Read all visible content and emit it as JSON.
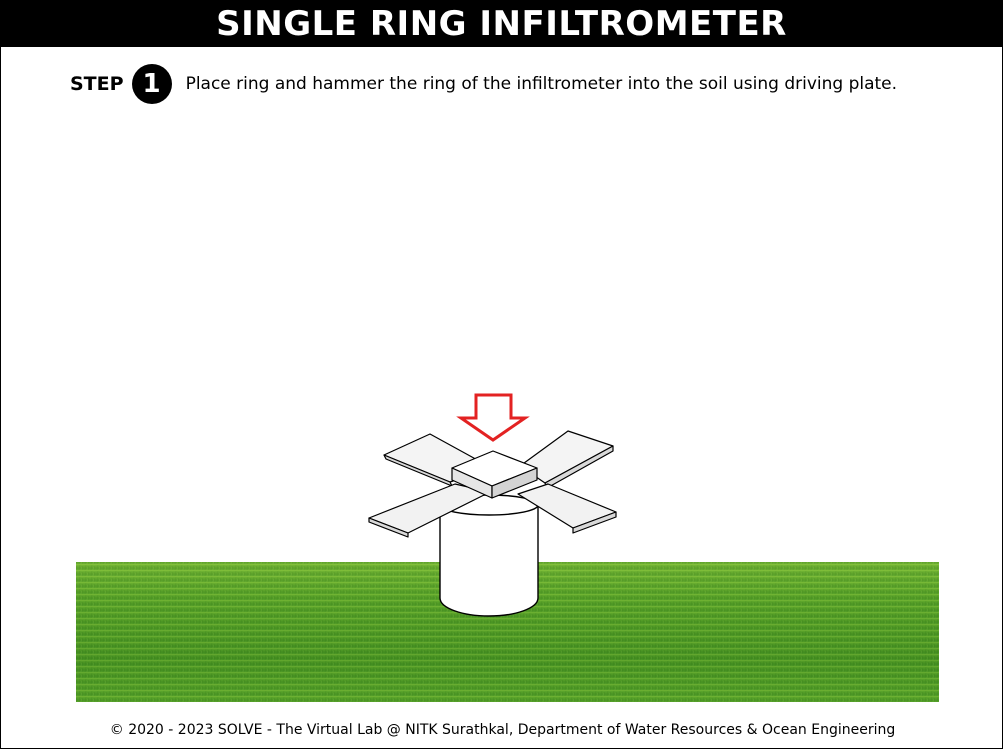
{
  "header": {
    "title": "SINGLE RING INFILTROMETER"
  },
  "step": {
    "label": "STEP",
    "number": "1",
    "instruction": "Place ring and hammer the ring of the infiltrometer into the soil using driving plate."
  },
  "scene": {
    "arrow_icon": "down-arrow-icon",
    "arrow_color": "#e32222",
    "grass_color": "#4c9a22"
  },
  "footer": {
    "copyright": "© 2020 - 2023 SOLVE - The Virtual Lab @ NITK Surathkal, Department of Water Resources & Ocean Engineering"
  }
}
